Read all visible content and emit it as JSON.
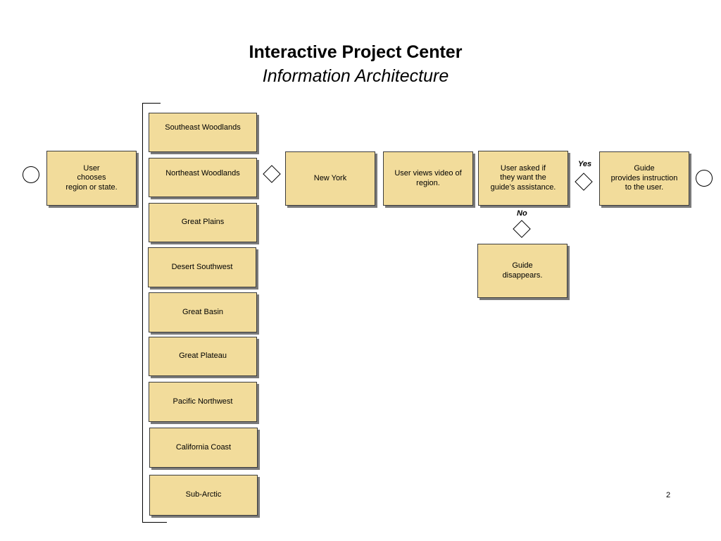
{
  "title": "Interactive Project Center",
  "subtitle": "Information Architecture",
  "page_number": "2",
  "start_box": "User\nchooses\nregion or state.",
  "regions": [
    "Southeast Woodlands",
    "Northeast Woodlands",
    "Great Plains",
    "Desert Southwest",
    "Great Basin",
    "Great Plateau",
    "Pacific Northwest",
    "California Coast",
    "Sub-Arctic"
  ],
  "flow": {
    "state_box": "New York",
    "video_box": "User views video of\nregion.",
    "ask_box": "User asked if\nthey want the\nguide’s assistance.",
    "yes_label": "Yes",
    "no_label": "No",
    "guide_yes_box": "Guide\nprovides instruction\nto the user.",
    "guide_no_box": "Guide\ndisappears."
  },
  "colors": {
    "box_fill": "#f2dc9b",
    "box_border": "#3c3c3c",
    "shadow": "#7a7a7a"
  }
}
